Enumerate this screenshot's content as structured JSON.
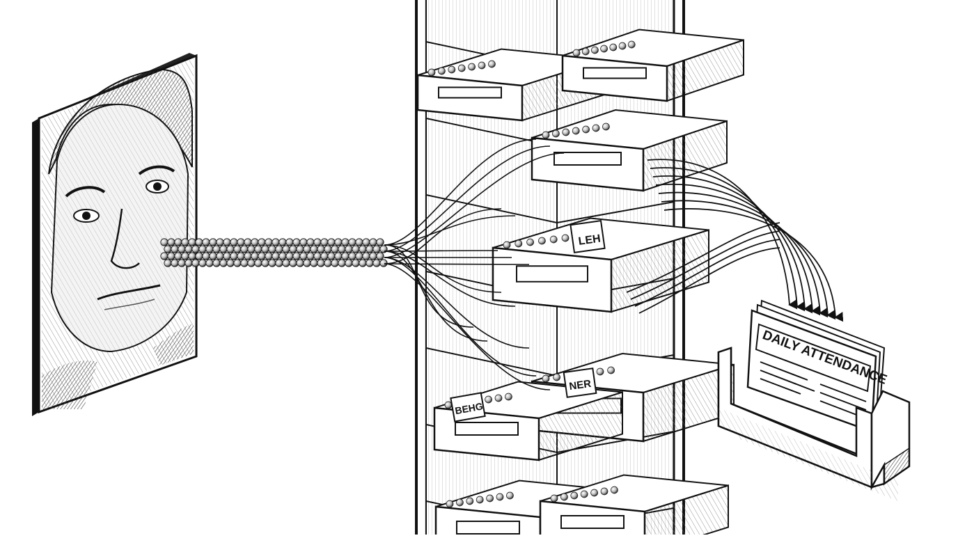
{
  "scene": {
    "style": "black-and-white engraving illustration",
    "palette": {
      "ink": "#111111",
      "paper": "#ffffff",
      "hatch": "#555555"
    }
  },
  "drawer_labels": {
    "top_drawer": "LEH",
    "middle_drawer": "NER",
    "lower_drawer": "BEHG"
  },
  "output_tray": {
    "document_title": "DAILY ATTENDANCE"
  },
  "icons": [
    "portrait-icon",
    "bead-stream-icon",
    "filing-cabinet-icon",
    "drawer-icon",
    "arrow-icon",
    "document-tray-icon"
  ]
}
